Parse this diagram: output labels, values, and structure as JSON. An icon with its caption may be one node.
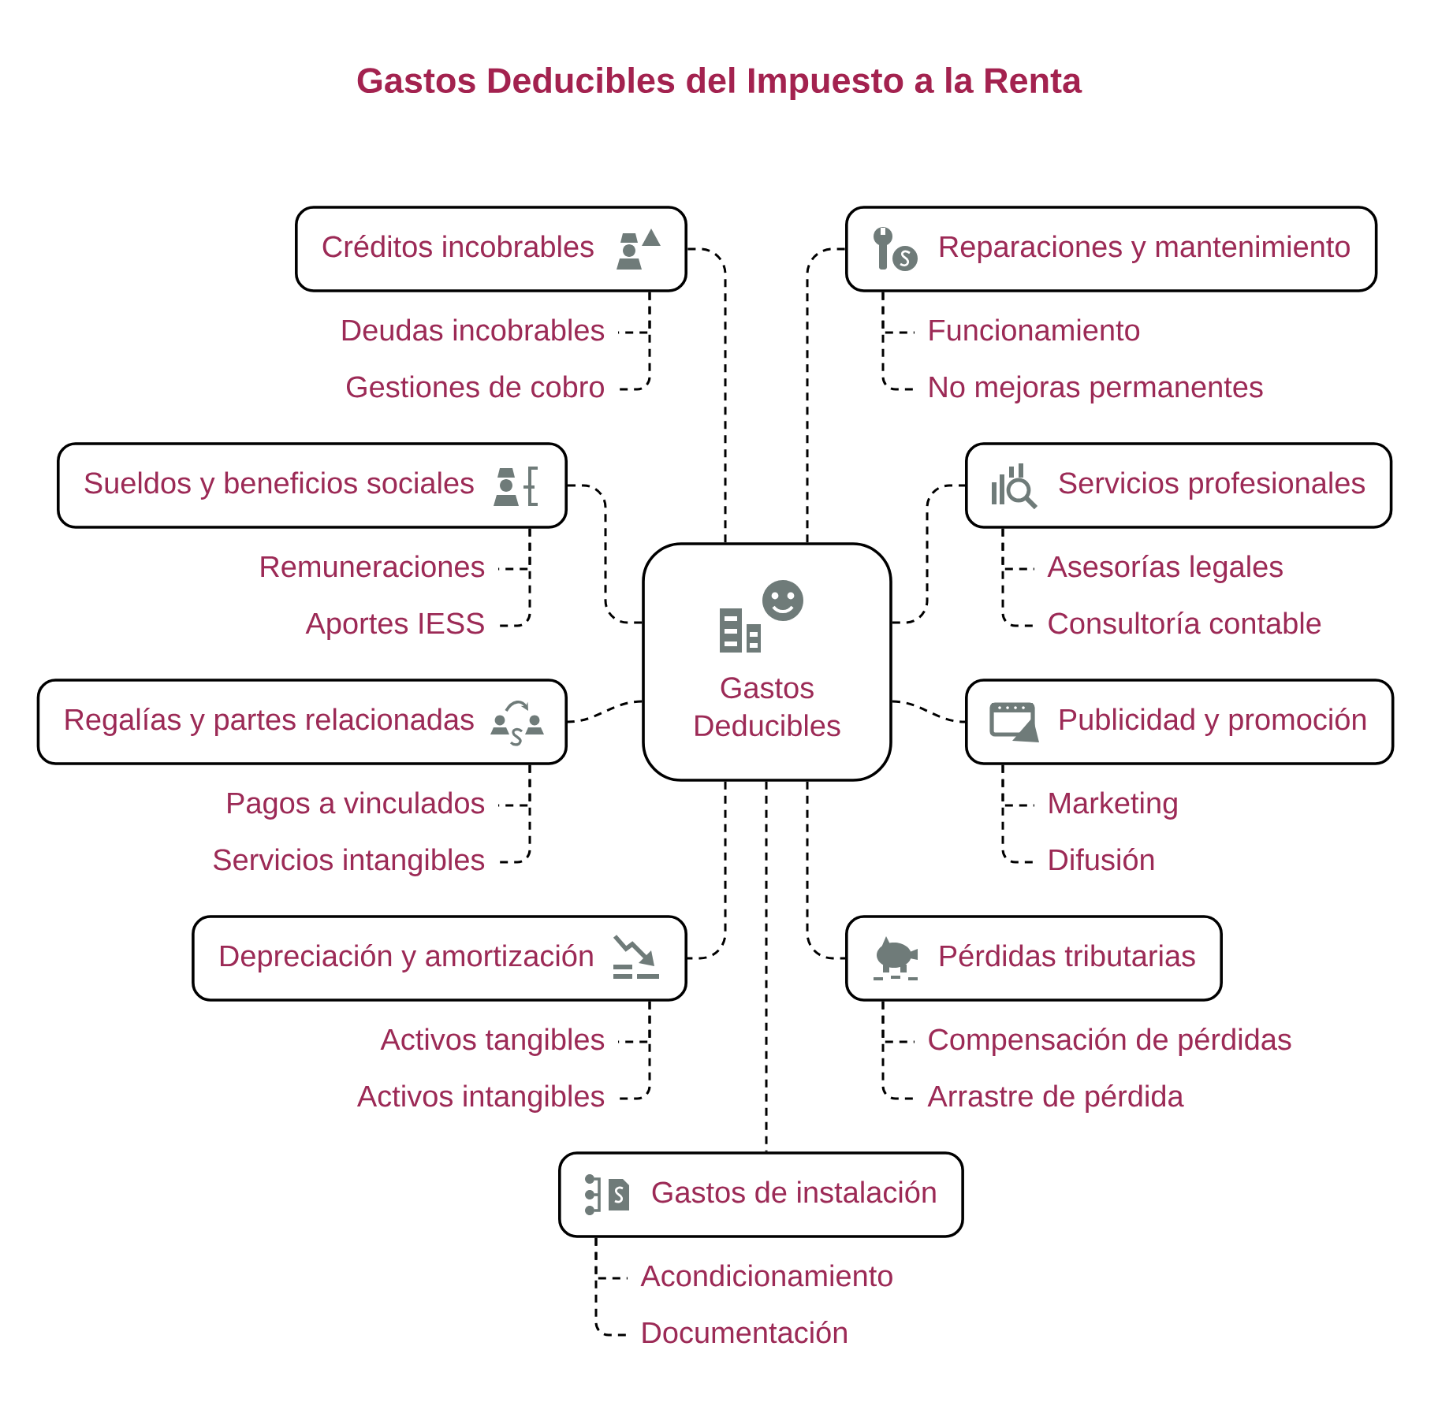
{
  "diagram": {
    "title": "Gastos Deducibles del Impuesto a la Renta",
    "nodes": [
      {
        "text": [
          "Gastos Deducibles"
        ]
      },
      {
        "text": [
          "Créditos incobrables"
        ]
      },
      {
        "text": [
          "Deudas incobrables"
        ]
      },
      {
        "text": [
          "Gestiones de cobro"
        ]
      },
      {
        "text": [
          "Reparaciones y mantenimiento"
        ]
      },
      {
        "text": [
          "Funcionamiento"
        ]
      },
      {
        "text": [
          "No mejoras permanentes"
        ]
      },
      {
        "text": [
          "Sueldos y beneficios sociales"
        ]
      },
      {
        "text": [
          "Remuneraciones"
        ]
      },
      {
        "text": [
          "Aportes IESS"
        ]
      },
      {
        "text": [
          "Servicios profesionales"
        ]
      },
      {
        "text": [
          "Asesorías legales"
        ]
      },
      {
        "text": [
          "Consultoría contable"
        ]
      },
      {
        "text": [
          "Regalías y partes relacionadas"
        ]
      },
      {
        "text": [
          "Pagos a vinculados"
        ]
      },
      {
        "text": [
          "Servicios intangibles"
        ]
      },
      {
        "text": [
          "Publicidad y promoción"
        ]
      },
      {
        "text": [
          "Marketing"
        ]
      },
      {
        "text": [
          "Difusión"
        ]
      },
      {
        "text": [
          "Depreciación y amortización"
        ]
      },
      {
        "text": [
          "Activos tangibles"
        ]
      },
      {
        "text": [
          "Activos intangibles"
        ]
      },
      {
        "text": [
          "Pérdidas tributarias"
        ]
      },
      {
        "text": [
          "Compensación de pérdidas"
        ]
      },
      {
        "text": [
          "Arrastre de pérdida"
        ]
      },
      {
        "text": [
          "Gastos de instalación"
        ]
      },
      {
        "text": [
          "Acondicionamiento"
        ]
      },
      {
        "text": [
          "Documentación"
        ]
      }
    ],
    "edges": [
      {
        "from": 0,
        "to": 1,
        "arrow": "none",
        "style": "dashed"
      },
      {
        "from": 0,
        "to": 4,
        "arrow": "none",
        "style": "dashed"
      },
      {
        "from": 0,
        "to": 7,
        "arrow": "none",
        "style": "dashed"
      },
      {
        "from": 0,
        "to": 10,
        "arrow": "none",
        "style": "dashed"
      },
      {
        "from": 0,
        "to": 13,
        "arrow": "none",
        "style": "dashed"
      },
      {
        "from": 0,
        "to": 16,
        "arrow": "none",
        "style": "dashed"
      },
      {
        "from": 0,
        "to": 19,
        "arrow": "none",
        "style": "dashed"
      },
      {
        "from": 0,
        "to": 22,
        "arrow": "none",
        "style": "dashed"
      },
      {
        "from": 0,
        "to": 25,
        "arrow": "none",
        "style": "dashed"
      },
      {
        "from": 1,
        "to": 2,
        "arrow": "none",
        "style": "dashed"
      },
      {
        "from": 1,
        "to": 3,
        "arrow": "none",
        "style": "dashed"
      },
      {
        "from": 4,
        "to": 5,
        "arrow": "none",
        "style": "dashed"
      },
      {
        "from": 4,
        "to": 6,
        "arrow": "none",
        "style": "dashed"
      },
      {
        "from": 7,
        "to": 8,
        "arrow": "none",
        "style": "dashed"
      },
      {
        "from": 7,
        "to": 9,
        "arrow": "none",
        "style": "dashed"
      },
      {
        "from": 10,
        "to": 11,
        "arrow": "none",
        "style": "dashed"
      },
      {
        "from": 10,
        "to": 12,
        "arrow": "none",
        "style": "dashed"
      },
      {
        "from": 13,
        "to": 14,
        "arrow": "none",
        "style": "dashed"
      },
      {
        "from": 13,
        "to": 15,
        "arrow": "none",
        "style": "dashed"
      },
      {
        "from": 16,
        "to": 17,
        "arrow": "none",
        "style": "dashed"
      },
      {
        "from": 16,
        "to": 18,
        "arrow": "none",
        "style": "dashed"
      },
      {
        "from": 19,
        "to": 20,
        "arrow": "none",
        "style": "dashed"
      },
      {
        "from": 19,
        "to": 21,
        "arrow": "none",
        "style": "dashed"
      },
      {
        "from": 22,
        "to": 23,
        "arrow": "none",
        "style": "dashed"
      },
      {
        "from": 22,
        "to": 24,
        "arrow": "none",
        "style": "dashed"
      },
      {
        "from": 25,
        "to": 26,
        "arrow": "none",
        "style": "dashed"
      },
      {
        "from": 25,
        "to": 27,
        "arrow": "none",
        "style": "dashed"
      }
    ]
  }
}
